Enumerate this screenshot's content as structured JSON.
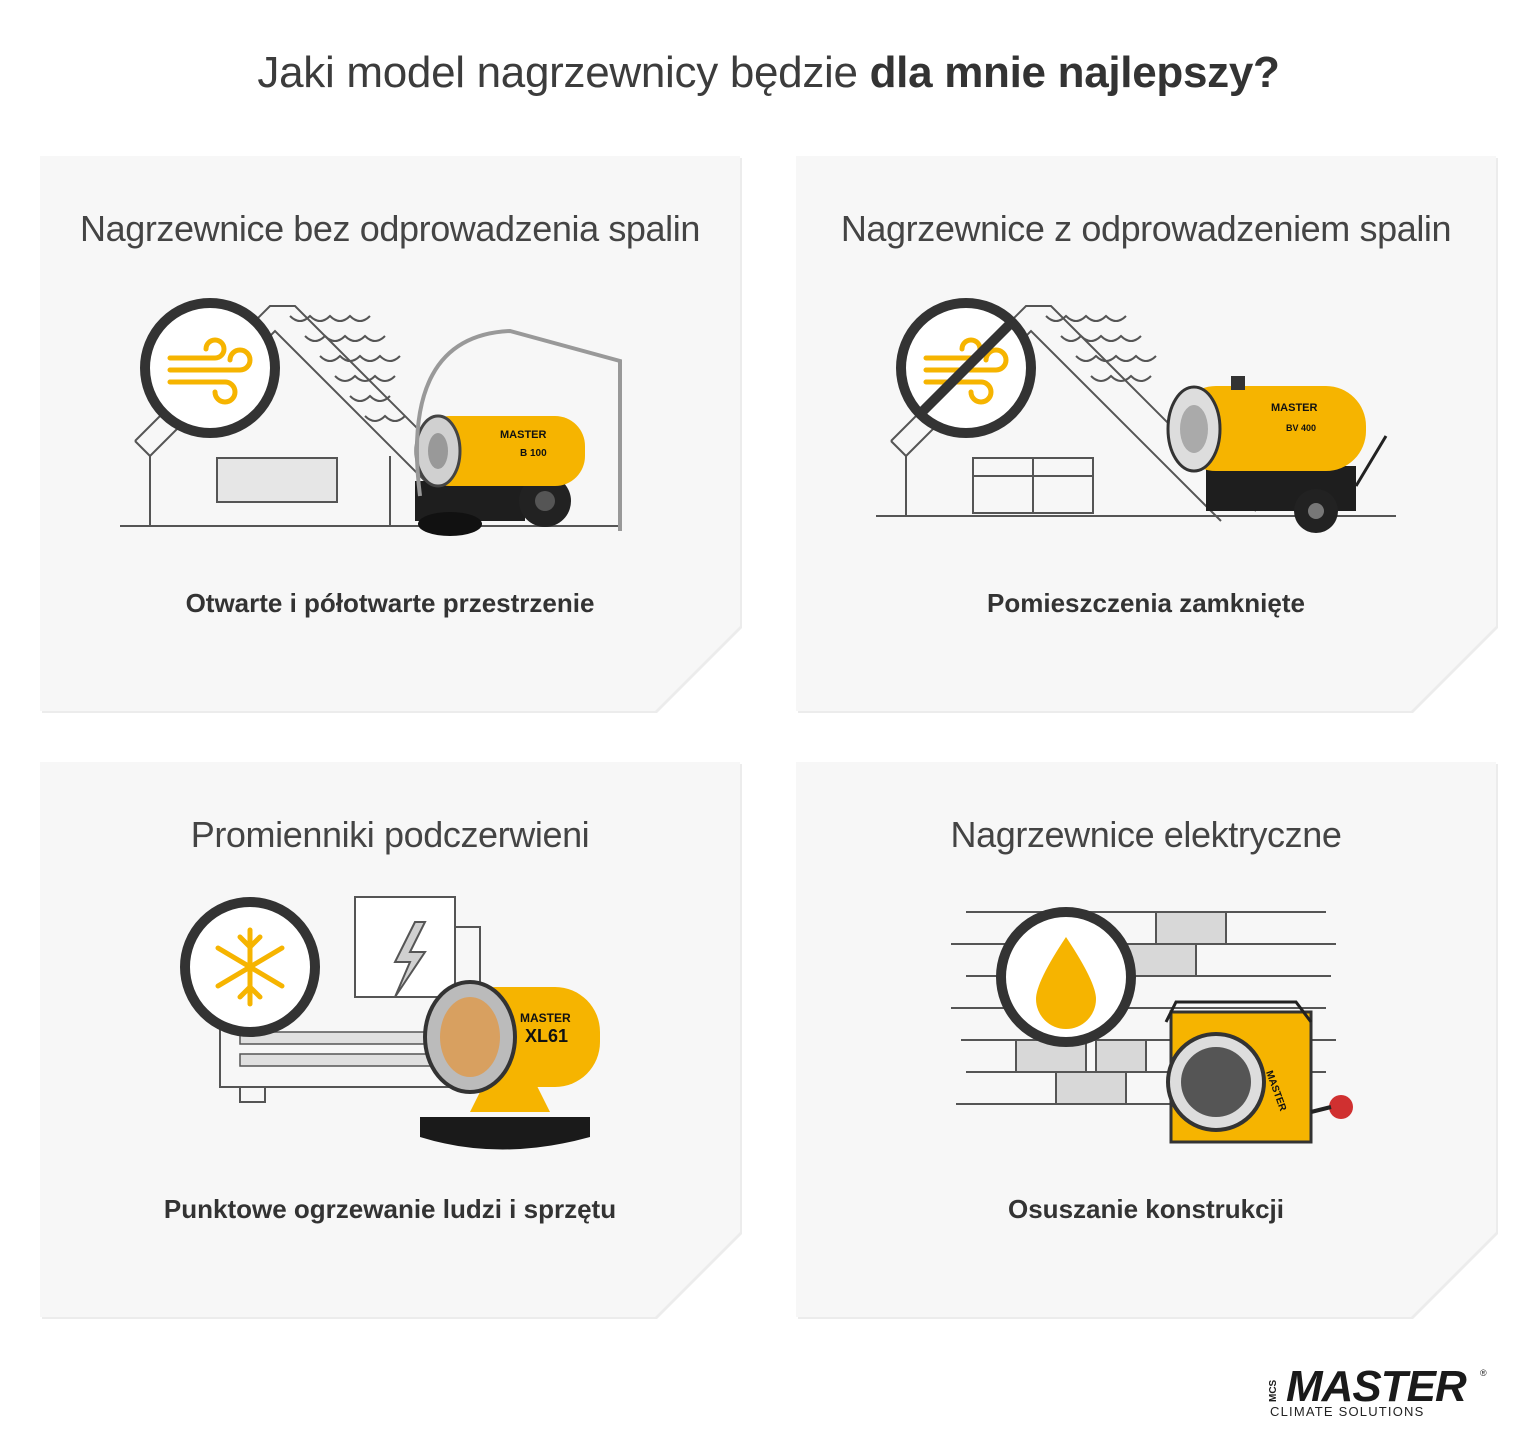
{
  "header": {
    "title_regular": "Jaki model nagrzewnicy będzie ",
    "title_bold": "dla mnie najlepszy?"
  },
  "cards": [
    {
      "title": "Nagrzewnice bez odprowadzenia spalin",
      "subtitle": "Otwarte i półotwarte przestrzenie",
      "icon": "wind-icon",
      "heater_label": "B 100",
      "heater_brand": "MASTER"
    },
    {
      "title": "Nagrzewnice z odprowadzeniem spalin",
      "subtitle": "Pomieszczenia zamknięte",
      "icon": "no-wind-icon",
      "heater_label": "BV 400",
      "heater_brand": "MASTER"
    },
    {
      "title": "Promienniki podczerwieni",
      "subtitle": "Punktowe ogrzewanie ludzi i sprzętu",
      "icon": "snowflake-icon",
      "heater_label": "XL61",
      "heater_brand": "MASTER"
    },
    {
      "title": "Nagrzewnice elektryczne",
      "subtitle": "Osuszanie konstrukcji",
      "icon": "water-drop-icon",
      "heater_brand": "MASTER"
    }
  ],
  "logo": {
    "wordmark": "MASTER",
    "prefix": "MCS",
    "tagline": "CLIMATE SOLUTIONS",
    "registered": "®"
  },
  "colors": {
    "accent": "#f6b400",
    "card_bg": "#f7f7f7",
    "line": "#555555",
    "icon_ring": "#333333"
  }
}
